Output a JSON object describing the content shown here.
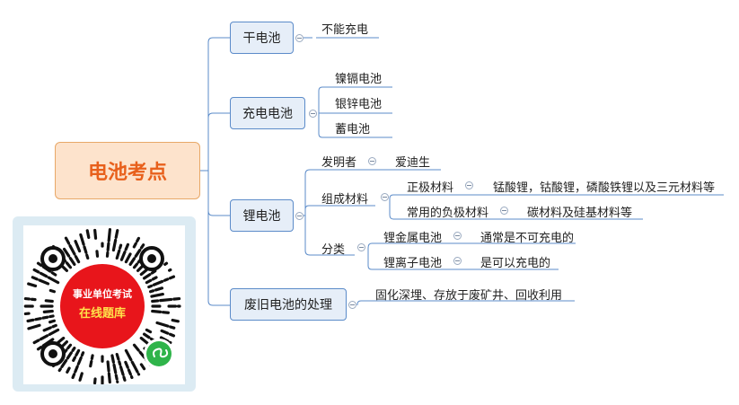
{
  "root": {
    "label": "电池考点"
  },
  "branches": {
    "dry": {
      "label": "干电池",
      "children": [
        "不能充电"
      ]
    },
    "rechargeable": {
      "label": "充电电池",
      "children": [
        "镍镉电池",
        "银锌电池",
        "蓄电池"
      ]
    },
    "lithium": {
      "label": "锂电池",
      "inventor": {
        "label": "发明者",
        "value": "爱迪生"
      },
      "materials": {
        "label": "组成材料",
        "positive": {
          "label": "正极材料",
          "value": "锰酸锂，钴酸锂，磷酸铁锂以及三元材料等"
        },
        "negative": {
          "label": "常用的负极材料",
          "value": "碳材料及硅基材料等"
        }
      },
      "classify": {
        "label": "分类",
        "metal": {
          "label": "锂金属电池",
          "value": "通常是不可充电的"
        },
        "ion": {
          "label": "锂离子电池",
          "value": "是可以充电的"
        }
      }
    },
    "waste": {
      "label": "废旧电池的处理",
      "value": "固化深埋、存放于废矿井、回收利用"
    }
  },
  "qr": {
    "line1": "事业单位考试",
    "line2": "在线题库"
  },
  "colors": {
    "connector": "#5b8bc9",
    "root_text": "#e8601c",
    "root_fill": "#fde3cc",
    "node_fill": "#e6eef8",
    "qr_red": "#e8151b",
    "qr_yellow": "#ffe24a",
    "mini_program_green": "#2fb44a"
  }
}
